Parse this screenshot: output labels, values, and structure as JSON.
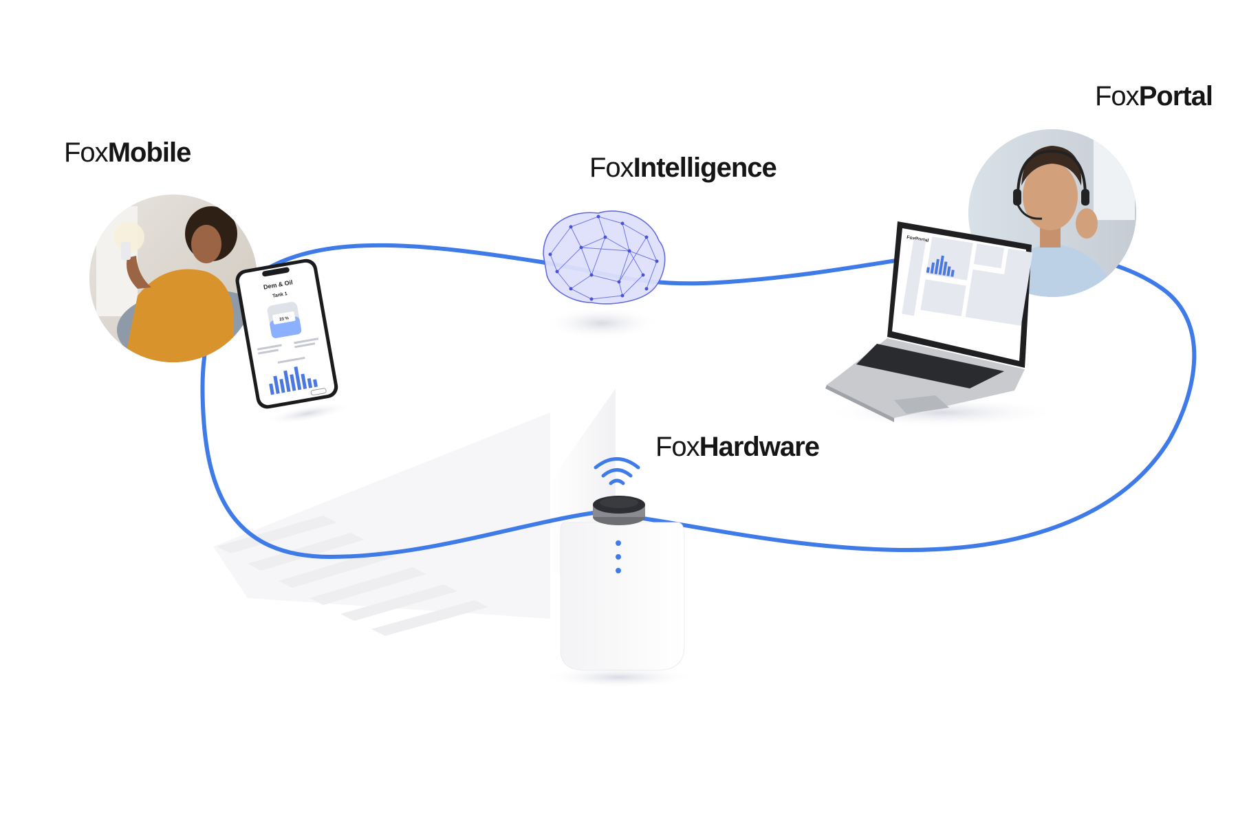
{
  "labels": {
    "mobile": {
      "prefix": "Fox",
      "name": "Mobile"
    },
    "intelligence": {
      "prefix": "Fox",
      "name": "Intelligence"
    },
    "portal": {
      "prefix": "Fox",
      "name": "Portal"
    },
    "hardware": {
      "prefix": "Fox",
      "name": "Hardware"
    }
  },
  "phone_screen": {
    "app_title": "Dem & Oil",
    "tank_name": "Tank 1",
    "fill_percent": "23 %"
  },
  "laptop_screen": {
    "brand": "FoxPortal"
  },
  "colors": {
    "loop_line": "#3f7be8",
    "brain": "#5a63e0",
    "text": "#151515",
    "bars": "#4a78e0"
  },
  "icons": {
    "wifi": "wifi-icon",
    "brain": "brain-network-icon",
    "sensor": "sensor-device-icon"
  }
}
